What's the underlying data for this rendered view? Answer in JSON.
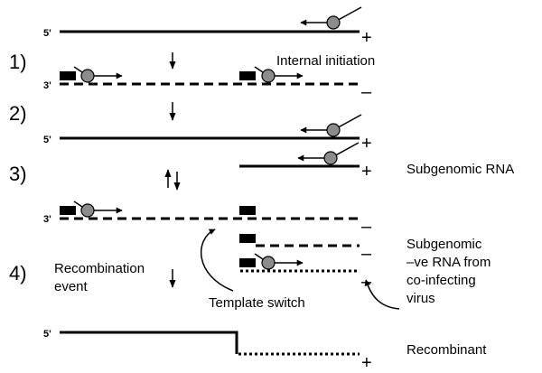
{
  "steps": [
    "1)",
    "2)",
    "3)",
    "4)"
  ],
  "ends": {
    "five_prime": "5'",
    "three_prime": "3'"
  },
  "signs": {
    "plus": "+",
    "minus": "–"
  },
  "labels": {
    "internal_initiation": "Internal initiation",
    "subgenomic_rna": "Subgenomic RNA",
    "subgenomic_neg_line1": "Subgenomic",
    "subgenomic_neg_line2": "–ve RNA from",
    "subgenomic_neg_line3": "co-infecting",
    "subgenomic_neg_line4": "virus",
    "recombination_line1": "Recombination",
    "recombination_line2": "event",
    "template_switch": "Template switch",
    "recombinant": "Recombinant"
  },
  "colors": {
    "line": "#000000",
    "polymerase": "#8c8c8c",
    "background": "#ffffff"
  }
}
